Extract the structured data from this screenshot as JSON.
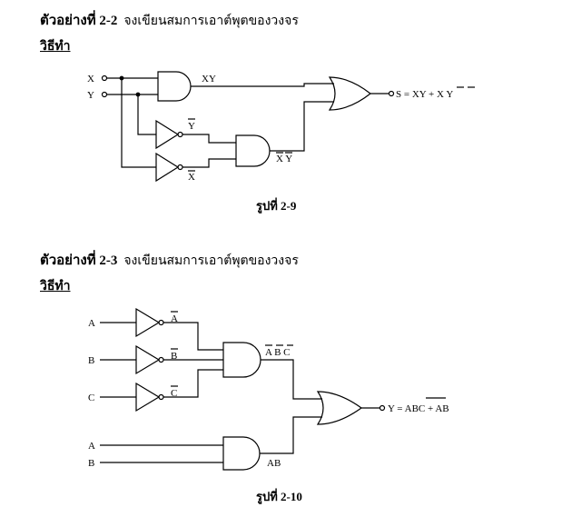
{
  "example1": {
    "label": "ตัวอย่างที่ 2-2",
    "text": "จงเขียนสมการเอาต์พุตของวงจร",
    "method": "วิธีทำ",
    "caption": "รูปที่ 2-9",
    "inputs": [
      "X",
      "Y"
    ],
    "wire_labels": {
      "xy": "XY",
      "ybar": "Y",
      "xbar": "X",
      "xbarybar": "X Y"
    },
    "output": {
      "prefix": "S = XY + ",
      "bar_terms": [
        "X",
        "Y"
      ]
    }
  },
  "example2": {
    "label": "ตัวอย่างที่ 2-3",
    "text": "จงเขียนสมการเอาต์พุตของวงจร",
    "method": "วิธีทำ",
    "caption": "รูปที่ 2-10",
    "inputs_top": [
      "A",
      "B",
      "C"
    ],
    "inputs_bottom": [
      "A",
      "B"
    ],
    "wire_labels": {
      "abar": "A",
      "bbar": "B",
      "cbar": "C",
      "abcbar": "A B C",
      "ab": "AB"
    },
    "output": {
      "prefix": "Y = ",
      "bar_term": "ABC",
      "suffix": " + AB"
    }
  }
}
